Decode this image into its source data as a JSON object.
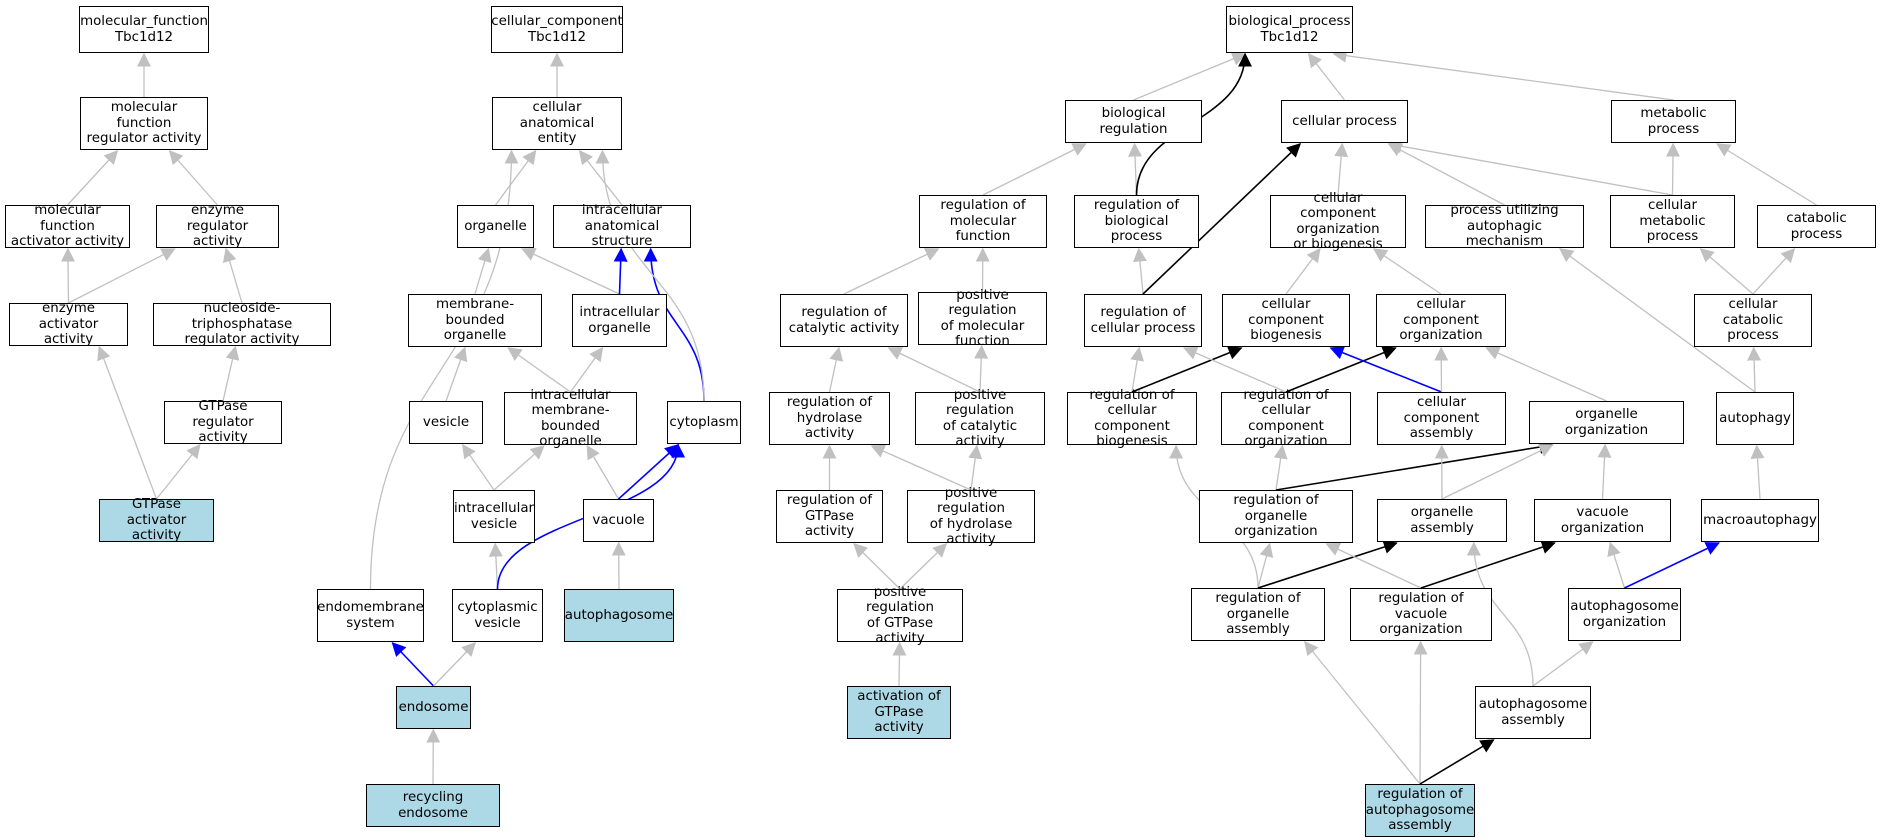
{
  "colors": {
    "highlight": "#add8e6",
    "edge_gray": "#c0c0c0",
    "edge_black": "#000000",
    "edge_blue": "#0000ff"
  },
  "nodes": [
    {
      "id": "mf_root",
      "label": "molecular_function\nTbc1d12"
    },
    {
      "id": "mf_reg",
      "label": "molecular function\nregulator activity"
    },
    {
      "id": "mf_act",
      "label": "molecular function\nactivator activity"
    },
    {
      "id": "enz_reg",
      "label": "enzyme regulator\nactivity"
    },
    {
      "id": "enz_act",
      "label": "enzyme activator\nactivity"
    },
    {
      "id": "ntp_reg",
      "label": "nucleoside-triphosphatase\nregulator activity"
    },
    {
      "id": "gtp_reg",
      "label": "GTPase regulator\nactivity"
    },
    {
      "id": "gtp_act",
      "label": "GTPase activator\nactivity",
      "highlight": true
    },
    {
      "id": "cc_root",
      "label": "cellular_component\nTbc1d12"
    },
    {
      "id": "cae",
      "label": "cellular anatomical\nentity"
    },
    {
      "id": "organelle",
      "label": "organelle"
    },
    {
      "id": "ias",
      "label": "intracellular\nanatomical structure"
    },
    {
      "id": "mbo",
      "label": "membrane-bounded\norganelle"
    },
    {
      "id": "io",
      "label": "intracellular\norganelle"
    },
    {
      "id": "vesicle",
      "label": "vesicle"
    },
    {
      "id": "imbo",
      "label": "intracellular\nmembrane-bounded\norganelle"
    },
    {
      "id": "cytoplasm",
      "label": "cytoplasm"
    },
    {
      "id": "iv",
      "label": "intracellular\nvesicle"
    },
    {
      "id": "vacuole",
      "label": "vacuole"
    },
    {
      "id": "endomem",
      "label": "endomembrane\nsystem"
    },
    {
      "id": "cytves",
      "label": "cytoplasmic\nvesicle"
    },
    {
      "id": "autophagosome",
      "label": "autophagosome",
      "highlight": true
    },
    {
      "id": "endosome",
      "label": "endosome",
      "highlight": true
    },
    {
      "id": "recendo",
      "label": "recycling endosome",
      "highlight": true
    },
    {
      "id": "reg_mf",
      "label": "regulation of\nmolecular function"
    },
    {
      "id": "reg_cat",
      "label": "regulation of\ncatalytic activity"
    },
    {
      "id": "pos_reg_mf",
      "label": "positive regulation\nof molecular\nfunction"
    },
    {
      "id": "reg_hyd",
      "label": "regulation of\nhydrolase activity"
    },
    {
      "id": "pos_reg_cat",
      "label": "positive regulation\nof catalytic\nactivity"
    },
    {
      "id": "reg_gtp",
      "label": "regulation of\nGTPase activity"
    },
    {
      "id": "pos_reg_hyd",
      "label": "positive regulation\nof hydrolase\nactivity"
    },
    {
      "id": "pos_reg_gtp",
      "label": "positive regulation\nof GTPase activity"
    },
    {
      "id": "act_gtp",
      "label": "activation of\nGTPase activity",
      "highlight": true
    },
    {
      "id": "bp_root",
      "label": "biological_process\nTbc1d12"
    },
    {
      "id": "bio_reg",
      "label": "biological regulation"
    },
    {
      "id": "cell_proc",
      "label": "cellular process"
    },
    {
      "id": "met_proc",
      "label": "metabolic process"
    },
    {
      "id": "reg_bp",
      "label": "regulation of\nbiological process"
    },
    {
      "id": "ccob",
      "label": "cellular component\norganization\nor biogenesis"
    },
    {
      "id": "puam",
      "label": "process utilizing\nautophagic mechanism"
    },
    {
      "id": "cmp",
      "label": "cellular metabolic\nprocess"
    },
    {
      "id": "catab",
      "label": "catabolic process"
    },
    {
      "id": "reg_cp",
      "label": "regulation of\ncellular process"
    },
    {
      "id": "ccb",
      "label": "cellular component\nbiogenesis"
    },
    {
      "id": "cco",
      "label": "cellular component\norganization"
    },
    {
      "id": "ccp",
      "label": "cellular catabolic\nprocess"
    },
    {
      "id": "reg_ccb",
      "label": "regulation of\ncellular component\nbiogenesis"
    },
    {
      "id": "reg_cco",
      "label": "regulation of\ncellular component\norganization"
    },
    {
      "id": "cca",
      "label": "cellular component\nassembly"
    },
    {
      "id": "oo",
      "label": "organelle organization"
    },
    {
      "id": "autophagy",
      "label": "autophagy"
    },
    {
      "id": "reg_oo",
      "label": "regulation of\norganelle organization"
    },
    {
      "id": "oa",
      "label": "organelle assembly"
    },
    {
      "id": "vo",
      "label": "vacuole organization"
    },
    {
      "id": "macro",
      "label": "macroautophagy"
    },
    {
      "id": "reg_oa",
      "label": "regulation of\norganelle assembly"
    },
    {
      "id": "reg_vo",
      "label": "regulation of\nvacuole organization"
    },
    {
      "id": "ao",
      "label": "autophagosome\norganization"
    },
    {
      "id": "aa",
      "label": "autophagosome\nassembly"
    },
    {
      "id": "reg_aa",
      "label": "regulation of\nautophagosome\nassembly",
      "highlight": true
    }
  ],
  "edges": [
    {
      "from": "mf_reg",
      "to": "mf_root",
      "type": "gray"
    },
    {
      "from": "mf_act",
      "to": "mf_reg",
      "type": "gray"
    },
    {
      "from": "enz_reg",
      "to": "mf_reg",
      "type": "gray"
    },
    {
      "from": "enz_act",
      "to": "mf_act",
      "type": "gray"
    },
    {
      "from": "enz_act",
      "to": "enz_reg",
      "type": "gray"
    },
    {
      "from": "ntp_reg",
      "to": "enz_reg",
      "type": "gray"
    },
    {
      "from": "gtp_reg",
      "to": "ntp_reg",
      "type": "gray"
    },
    {
      "from": "gtp_act",
      "to": "enz_act",
      "type": "gray"
    },
    {
      "from": "gtp_act",
      "to": "gtp_reg",
      "type": "gray"
    },
    {
      "from": "cae",
      "to": "cc_root",
      "type": "gray"
    },
    {
      "from": "organelle",
      "to": "cae",
      "type": "gray"
    },
    {
      "from": "ias",
      "to": "cae",
      "type": "gray"
    },
    {
      "from": "mbo",
      "to": "organelle",
      "type": "gray"
    },
    {
      "from": "io",
      "to": "organelle",
      "type": "gray"
    },
    {
      "from": "io",
      "to": "ias",
      "type": "blue"
    },
    {
      "from": "vesicle",
      "to": "mbo",
      "type": "gray"
    },
    {
      "from": "imbo",
      "to": "mbo",
      "type": "gray"
    },
    {
      "from": "imbo",
      "to": "io",
      "type": "gray"
    },
    {
      "from": "cytoplasm",
      "to": "ias",
      "type": "blue",
      "curve": true
    },
    {
      "from": "cytoplasm",
      "to": "cae",
      "type": "gray",
      "curve": true
    },
    {
      "from": "iv",
      "to": "vesicle",
      "type": "gray"
    },
    {
      "from": "iv",
      "to": "imbo",
      "type": "gray"
    },
    {
      "from": "vacuole",
      "to": "imbo",
      "type": "gray"
    },
    {
      "from": "vacuole",
      "to": "cytoplasm",
      "type": "blue"
    },
    {
      "from": "endomem",
      "to": "cae",
      "type": "gray",
      "curve": true
    },
    {
      "from": "cytves",
      "to": "iv",
      "type": "gray"
    },
    {
      "from": "cytves",
      "to": "cytoplasm",
      "type": "blue",
      "curve": true
    },
    {
      "from": "autophagosome",
      "to": "vacuole",
      "type": "gray"
    },
    {
      "from": "endosome",
      "to": "endomem",
      "type": "blue"
    },
    {
      "from": "endosome",
      "to": "cytves",
      "type": "gray"
    },
    {
      "from": "recendo",
      "to": "endosome",
      "type": "gray"
    },
    {
      "from": "reg_mf",
      "to": "bio_reg",
      "type": "gray"
    },
    {
      "from": "reg_cat",
      "to": "reg_mf",
      "type": "gray"
    },
    {
      "from": "pos_reg_mf",
      "to": "reg_mf",
      "type": "gray"
    },
    {
      "from": "reg_hyd",
      "to": "reg_cat",
      "type": "gray"
    },
    {
      "from": "pos_reg_cat",
      "to": "reg_cat",
      "type": "gray"
    },
    {
      "from": "pos_reg_cat",
      "to": "pos_reg_mf",
      "type": "gray"
    },
    {
      "from": "reg_gtp",
      "to": "reg_hyd",
      "type": "gray"
    },
    {
      "from": "pos_reg_hyd",
      "to": "reg_hyd",
      "type": "gray"
    },
    {
      "from": "pos_reg_hyd",
      "to": "pos_reg_cat",
      "type": "gray"
    },
    {
      "from": "pos_reg_gtp",
      "to": "reg_gtp",
      "type": "gray"
    },
    {
      "from": "pos_reg_gtp",
      "to": "pos_reg_hyd",
      "type": "gray"
    },
    {
      "from": "act_gtp",
      "to": "pos_reg_gtp",
      "type": "gray"
    },
    {
      "from": "bio_reg",
      "to": "bp_root",
      "type": "gray"
    },
    {
      "from": "cell_proc",
      "to": "bp_root",
      "type": "gray"
    },
    {
      "from": "met_proc",
      "to": "bp_root",
      "type": "gray"
    },
    {
      "from": "reg_bp",
      "to": "bio_reg",
      "type": "gray"
    },
    {
      "from": "reg_bp",
      "to": "bp_root",
      "type": "black",
      "curve": true
    },
    {
      "from": "ccob",
      "to": "cell_proc",
      "type": "gray"
    },
    {
      "from": "puam",
      "to": "cell_proc",
      "type": "gray"
    },
    {
      "from": "cmp",
      "to": "cell_proc",
      "type": "gray"
    },
    {
      "from": "cmp",
      "to": "met_proc",
      "type": "gray"
    },
    {
      "from": "catab",
      "to": "met_proc",
      "type": "gray"
    },
    {
      "from": "reg_cp",
      "to": "reg_bp",
      "type": "gray"
    },
    {
      "from": "reg_cp",
      "to": "cell_proc",
      "type": "black"
    },
    {
      "from": "ccb",
      "to": "ccob",
      "type": "gray"
    },
    {
      "from": "cco",
      "to": "ccob",
      "type": "gray"
    },
    {
      "from": "ccp",
      "to": "cmp",
      "type": "gray"
    },
    {
      "from": "ccp",
      "to": "catab",
      "type": "gray"
    },
    {
      "from": "reg_ccb",
      "to": "reg_cp",
      "type": "gray"
    },
    {
      "from": "reg_ccb",
      "to": "ccb",
      "type": "black"
    },
    {
      "from": "reg_cco",
      "to": "reg_cp",
      "type": "gray"
    },
    {
      "from": "reg_cco",
      "to": "cco",
      "type": "black"
    },
    {
      "from": "cca",
      "to": "ccb",
      "type": "blue"
    },
    {
      "from": "cca",
      "to": "cco",
      "type": "gray"
    },
    {
      "from": "oo",
      "to": "cco",
      "type": "gray"
    },
    {
      "from": "autophagy",
      "to": "puam",
      "type": "gray"
    },
    {
      "from": "autophagy",
      "to": "ccp",
      "type": "gray"
    },
    {
      "from": "reg_oo",
      "to": "reg_cco",
      "type": "gray"
    },
    {
      "from": "reg_oo",
      "to": "oo",
      "type": "black"
    },
    {
      "from": "oa",
      "to": "cca",
      "type": "gray"
    },
    {
      "from": "oa",
      "to": "oo",
      "type": "gray"
    },
    {
      "from": "vo",
      "to": "oo",
      "type": "gray"
    },
    {
      "from": "macro",
      "to": "autophagy",
      "type": "gray"
    },
    {
      "from": "reg_oa",
      "to": "reg_ccb",
      "type": "gray",
      "curve": true
    },
    {
      "from": "reg_oa",
      "to": "reg_oo",
      "type": "gray"
    },
    {
      "from": "reg_oa",
      "to": "oa",
      "type": "black"
    },
    {
      "from": "reg_vo",
      "to": "reg_oo",
      "type": "gray"
    },
    {
      "from": "reg_vo",
      "to": "vo",
      "type": "black"
    },
    {
      "from": "ao",
      "to": "vo",
      "type": "gray"
    },
    {
      "from": "ao",
      "to": "macro",
      "type": "blue"
    },
    {
      "from": "aa",
      "to": "ao",
      "type": "gray"
    },
    {
      "from": "aa",
      "to": "oa",
      "type": "gray",
      "curve": true
    },
    {
      "from": "reg_aa",
      "to": "reg_oa",
      "type": "gray"
    },
    {
      "from": "reg_aa",
      "to": "reg_vo",
      "type": "gray"
    },
    {
      "from": "reg_aa",
      "to": "aa",
      "type": "black"
    }
  ]
}
